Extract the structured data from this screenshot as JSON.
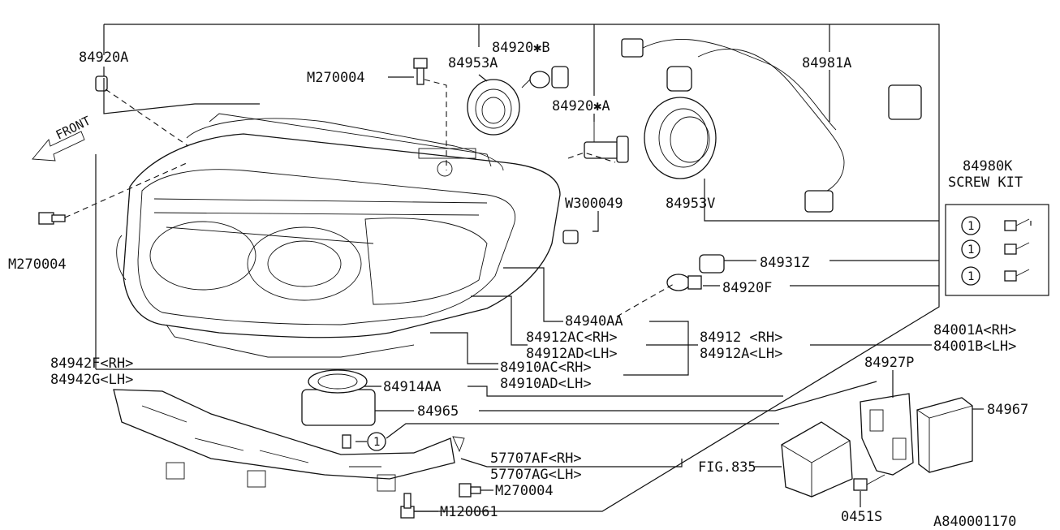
{
  "diagram": {
    "figure_code": "A840001170",
    "front_label": "FRONT",
    "screw_kit": {
      "part_no": "84980K",
      "title": "SCREW KIT",
      "items": [
        "1",
        "1",
        "1"
      ]
    },
    "callouts": {
      "p84920A": "84920A",
      "p84920B": "84920✱B",
      "p84953A": "84953A",
      "p84920starA": "84920✱A",
      "p84981A": "84981A",
      "pM270004_top": "M270004",
      "pM270004_left": "M270004",
      "pM270004_bottom": "M270004",
      "pW300049": "W300049",
      "p84953V": "84953V",
      "p84931Z": "84931Z",
      "p84920F": "84920F",
      "p84940AA": "84940AA",
      "p84912AC": "84912AC<RH>",
      "p84912AD": "84912AD<LH>",
      "p84912": "84912  <RH>",
      "p84912A": "84912A<LH>",
      "p84001A": "84001A<RH>",
      "p84001B": "84001B<LH>",
      "p84942F": "84942F<RH>",
      "p84942G": "84942G<LH>",
      "p84910AC": "84910AC<RH>",
      "p84910AD": "84910AD<LH>",
      "p84914AA": "84914AA",
      "p84965": "84965",
      "p84927P": "84927P",
      "p84967": "84967",
      "p57707AF": "57707AF<RH>",
      "p57707AG": "57707AG<LH>",
      "pFIG835": "FIG.835",
      "p0451S": "0451S",
      "pM120061": "M120061",
      "circle_ref": "1"
    }
  }
}
